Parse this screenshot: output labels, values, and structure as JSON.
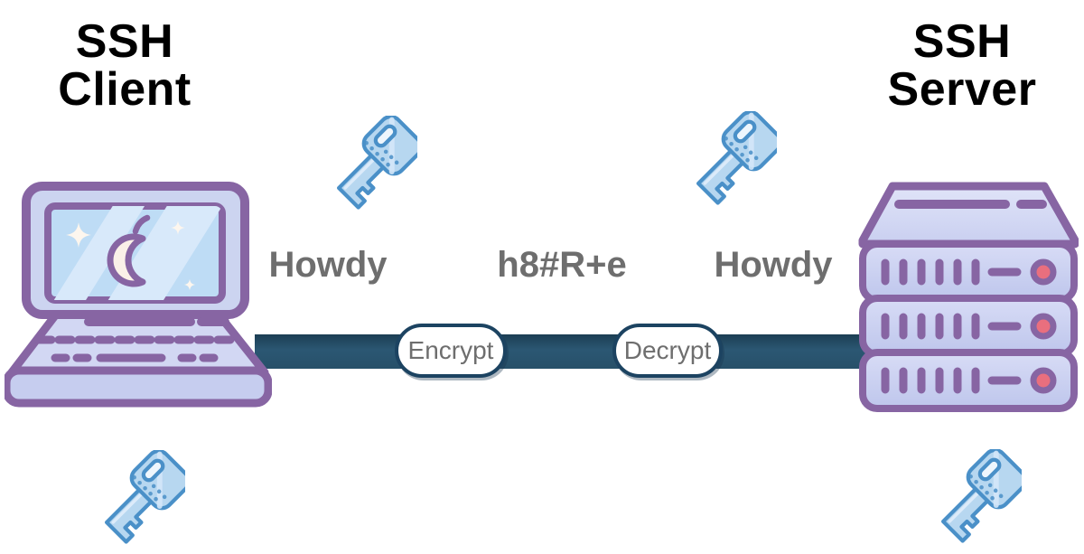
{
  "client": {
    "title_line1": "SSH",
    "title_line2": "Client"
  },
  "server": {
    "title_line1": "SSH",
    "title_line2": "Server",
    "rack_units": 3
  },
  "messages": {
    "plaintext_left": "Howdy",
    "ciphertext": "h8#R+e",
    "plaintext_right": "Howdy"
  },
  "process": {
    "encrypt_label": "Encrypt",
    "decrypt_label": "Decrypt"
  },
  "icons": {
    "key": "encryption-key-icon",
    "key_count": 4,
    "client_device": "laptop-icon",
    "client_logo": "apple-logo-icon",
    "server_device": "server-stack-icon",
    "led": "power-led-icon",
    "sparkle": "sparkle-icon"
  },
  "colors": {
    "canvas_bg": "#ffffff",
    "title_black": "#000000",
    "message_gray": "#6e6e6e",
    "channel_navy": "#27516d",
    "pill_border_navy": "#1c4361",
    "pill_fill": "#ffffff",
    "outline_purple": "#8765a3",
    "device_fill": "#ccd3f0",
    "screen_blue": "#bedcf5",
    "key_outline_blue": "#4a90c8",
    "key_fill_blue": "#b7d7f0",
    "led_pink": "#e96f7e",
    "sparkle_cream": "#fdf6ee"
  }
}
